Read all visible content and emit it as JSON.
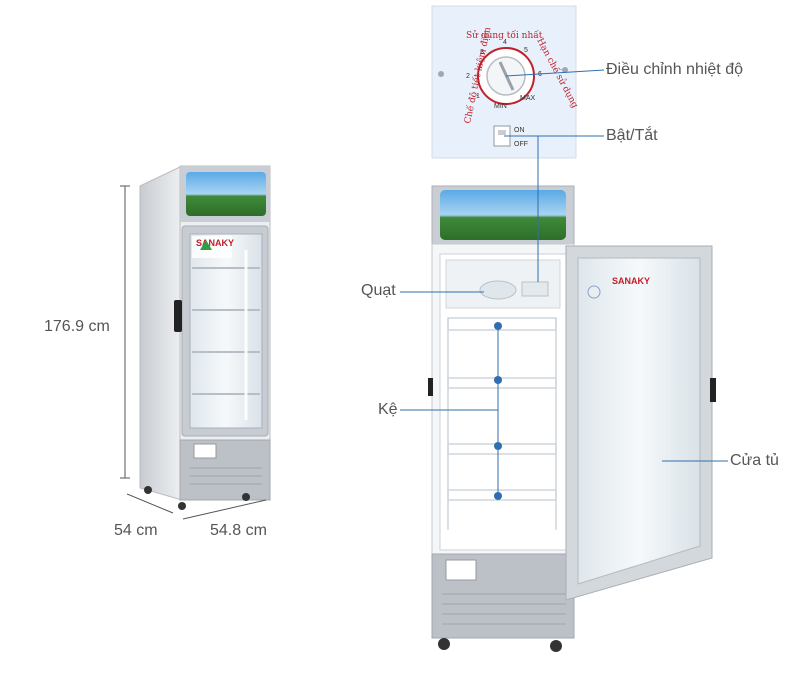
{
  "dimensions": {
    "height": "176.9 cm",
    "depth": "54 cm",
    "width": "54.8 cm"
  },
  "callouts": {
    "temperature": "Điều chỉnh nhiệt độ",
    "power": "Bật/Tắt",
    "fan": "Quạt",
    "shelf": "Kệ",
    "door": "Cửa tủ"
  },
  "dial": {
    "top_arc": "Sử dụng tối nhất",
    "left_arc": "Chế độ tiết kiệm điện",
    "right_arc": "Hạn chế sử dụng",
    "numbers": [
      "1",
      "2",
      "3",
      "4",
      "5",
      "6"
    ],
    "min_label": "MIN",
    "max_label": "MAX"
  },
  "switch": {
    "on": "ON",
    "off": "OFF"
  },
  "brand": "SANAKY",
  "colors": {
    "dial_red": "#c0202a",
    "callout_line": "#2f6fb0",
    "shelf_dot": "#2f6fb0",
    "panel_bg": "#e8f1fb",
    "cabinet_gray": "#b9bcc1"
  }
}
